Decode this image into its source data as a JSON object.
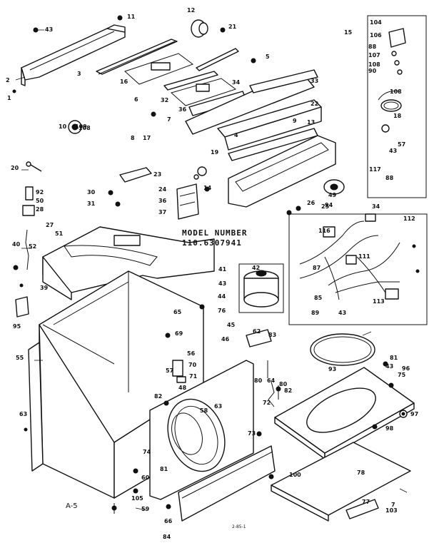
{
  "model_number": {
    "heading": "MODEL NUMBER",
    "value": "110.6307941"
  },
  "page_id": "A-5",
  "footer_code": "2-85-1",
  "callouts": [
    "43",
    "11",
    "12",
    "21",
    "15",
    "2",
    "3",
    "5",
    "16",
    "108",
    "34",
    "1",
    "6",
    "32",
    "33",
    "22",
    "10",
    "109",
    "36",
    "7",
    "17",
    "8",
    "4",
    "9",
    "19",
    "13",
    "20",
    "23",
    "14",
    "49",
    "94",
    "26",
    "25",
    "24",
    "92",
    "50",
    "28",
    "30",
    "31",
    "36",
    "37",
    "27",
    "51",
    "52",
    "40",
    "39",
    "41",
    "42",
    "43",
    "44",
    "65",
    "76",
    "95",
    "55",
    "69",
    "45",
    "46",
    "56",
    "70",
    "71",
    "57",
    "58",
    "63",
    "62",
    "83",
    "82",
    "48",
    "64",
    "80",
    "80",
    "82",
    "72",
    "73",
    "81",
    "74",
    "60",
    "105",
    "59",
    "63",
    "66",
    "84",
    "43",
    "81",
    "93",
    "96",
    "75",
    "98",
    "97",
    "100",
    "78",
    "77",
    "7",
    "103",
    "104",
    "106",
    "88",
    "107",
    "108",
    "90",
    "108",
    "18",
    "57",
    "43",
    "117",
    "88",
    "34",
    "116",
    "112",
    "111",
    "87",
    "85",
    "89",
    "43",
    "113"
  ]
}
